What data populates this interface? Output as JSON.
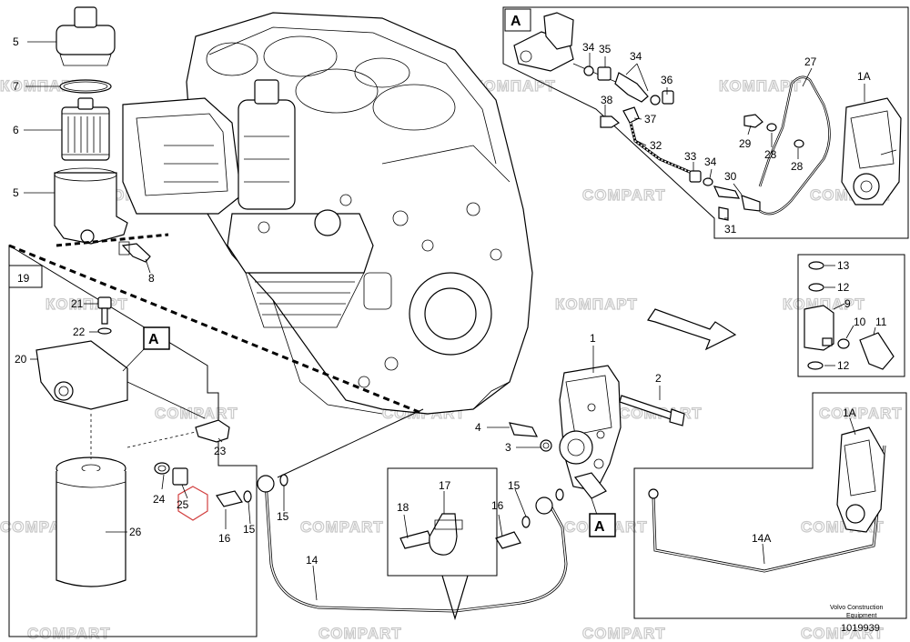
{
  "watermark": {
    "latin": "COMPART",
    "cyrillic": "КОМПАРТ"
  },
  "frames": {
    "main": "19",
    "detail_a": "A"
  },
  "callouts": {
    "a_main": "A",
    "a_right": "A"
  },
  "labels": {
    "p1": "1",
    "p2": "2",
    "p3": "3",
    "p4": "4",
    "p5a": "5",
    "p5b": "5",
    "p6": "6",
    "p7": "7",
    "p8": "8",
    "p9": "9",
    "p10": "10",
    "p11": "11",
    "p12a": "12",
    "p12b": "12",
    "p13": "13",
    "p14": "14",
    "p14a": "14A",
    "p15a": "15",
    "p15b": "15",
    "p15c": "15",
    "p16a": "16",
    "p16b": "16",
    "p17": "17",
    "p18": "18",
    "p20": "20",
    "p21": "21",
    "p22": "22",
    "p23": "23",
    "p24": "24",
    "p25": "25",
    "p26": "26",
    "p27": "27",
    "p28a": "28",
    "p28b": "28",
    "p29": "29",
    "p30": "30",
    "p31": "31",
    "p32": "32",
    "p33": "33",
    "p34a": "34",
    "p34b": "34",
    "p34c": "34",
    "p35": "35",
    "p36": "36",
    "p37": "37",
    "p38": "38",
    "p1a_top": "1A",
    "p1a_right": "1A"
  },
  "footer": {
    "credit_line1": "Volvo Construction",
    "credit_line2": "Equipment",
    "doc_number": "1019939"
  },
  "colors": {
    "line": "#000000",
    "watermark": "#c9c9c9",
    "highlight": "#d24040"
  }
}
